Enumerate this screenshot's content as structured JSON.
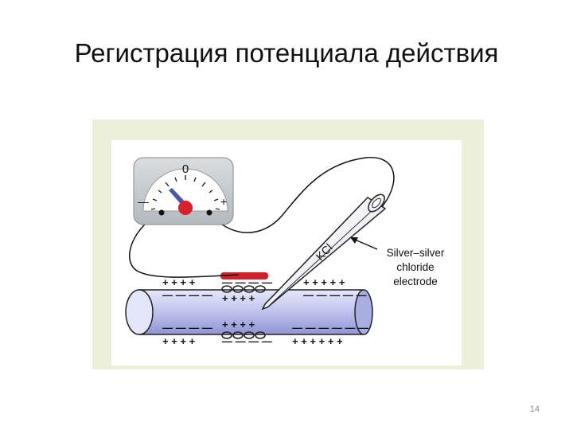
{
  "slide": {
    "title": "Регистрация потенциала действия",
    "page_number": "14"
  },
  "diagram": {
    "meter": {
      "zero_label": "0",
      "minus_label": "—",
      "plus_label": "+"
    },
    "pipette_label": "KCl",
    "electrode_label": [
      "Silver–silver",
      "chloride",
      "electrode"
    ],
    "charges": {
      "top_outer_left": "+ + + +",
      "top_inner_left": "— — — —",
      "top_outer_mid": "— — — —",
      "top_inner_mid": "+ + + +",
      "top_outer_right": "+ + + + +",
      "top_inner_right": "— — — — —",
      "bottom_inner_left": "— — — —",
      "bottom_outer_left": "+ + + +",
      "bottom_inner_mid": "+ + + +",
      "bottom_outer_mid": "— — — —",
      "bottom_inner_right": "— — — — — —",
      "bottom_outer_right": "+ + + + + +"
    },
    "colors": {
      "axon": "#c3c6ee",
      "stimulus_bar": "#d0202a",
      "meter_face": "#c9ced2",
      "needle": "#4a56a8",
      "pivot": "#d81f2a"
    }
  }
}
